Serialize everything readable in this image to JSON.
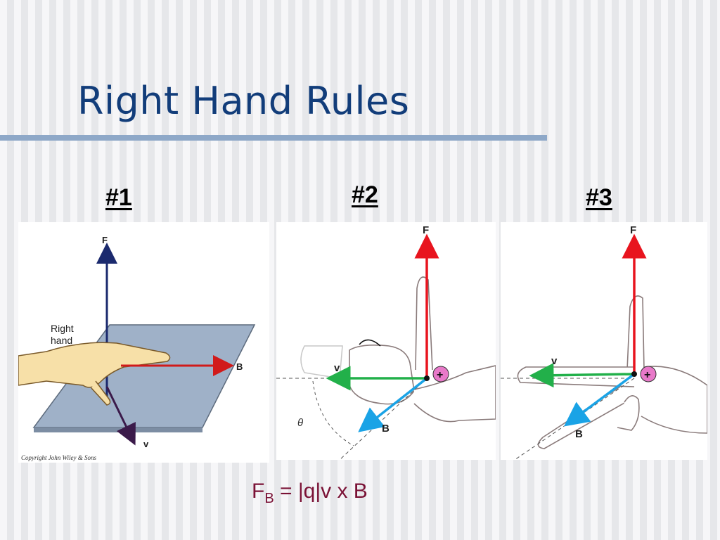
{
  "slide": {
    "title": "Right Hand Rules",
    "accent_color": "#123d7a",
    "formula_color": "#7a1236"
  },
  "panels": [
    {
      "number": "#1",
      "labels": {
        "force": "F",
        "field": "B",
        "velocity": "v",
        "hand_line1": "Right",
        "hand_line2": "hand"
      },
      "credit": "Copyright John Wiley & Sons"
    },
    {
      "number": "#2",
      "labels": {
        "force": "F",
        "field": "B",
        "velocity": "v",
        "angle": "θ",
        "charge": "+"
      }
    },
    {
      "number": "#3",
      "labels": {
        "force": "F",
        "field": "B",
        "velocity": "v",
        "charge": "+"
      }
    }
  ],
  "formula": {
    "lhs": "F",
    "subscript": "B",
    "rhs": " = |q|v x B"
  },
  "colors": {
    "force_arrow": "#e8141e",
    "velocity_arrow": "#22b04a",
    "field_arrow": "#1aa3e6",
    "panel1_force_arrow": "#1b2a6e",
    "panel1_field_arrow": "#d11a1a",
    "panel1_plane": "#9fb1c8"
  }
}
